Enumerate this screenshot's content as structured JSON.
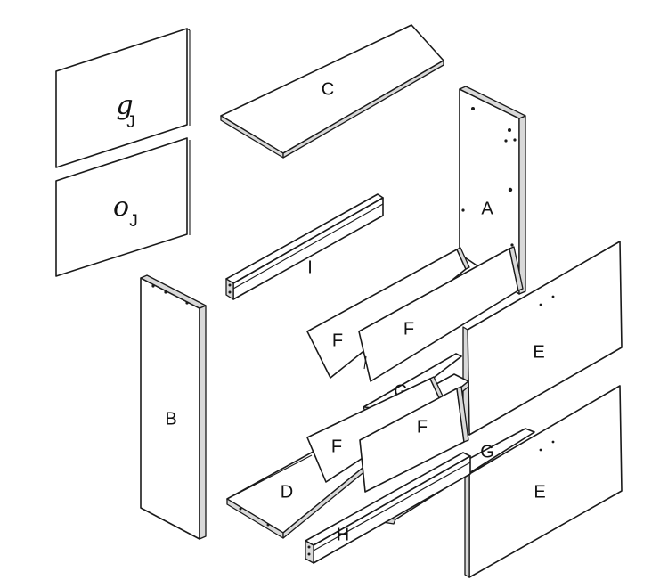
{
  "labels": {
    "a": "A",
    "b": "B",
    "c": "C",
    "d": "D",
    "e_upper": "E",
    "e_lower": "E",
    "f1": "F",
    "f2": "F",
    "f3": "F",
    "f4": "F",
    "g_upper": "G",
    "g_lower": "G",
    "h": "H",
    "i": "I",
    "j_upper_main": "g",
    "j_upper_sub": "J",
    "j_lower_main": "o",
    "j_lower_sub": "J"
  }
}
